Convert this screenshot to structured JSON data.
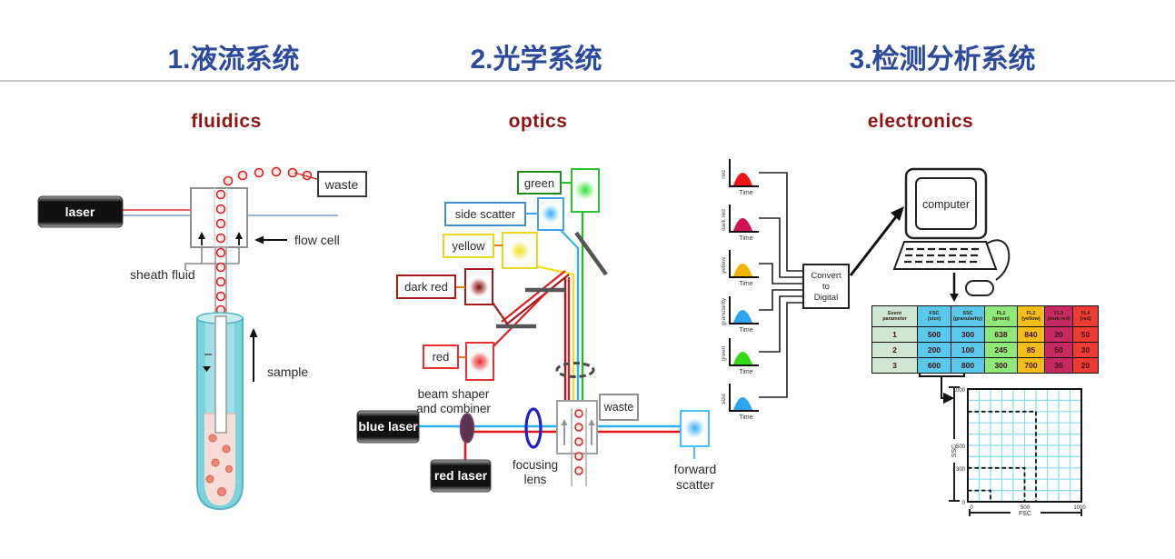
{
  "page": {
    "background": "#ffffff",
    "divider_color": "#c9c9cd",
    "header_color": "#2b4a9b",
    "section_title_color": "#8e1414",
    "headers": [
      {
        "label": "1.液流系统"
      },
      {
        "label": "2.光学系统"
      },
      {
        "label": "3.检测分析系统"
      }
    ]
  },
  "fluidics": {
    "title": "fluidics",
    "laser_label": "laser",
    "waste_label": "waste",
    "flow_cell_label": "flow cell",
    "sheath_fluid_label": "sheath fluid",
    "sample_label": "sample"
  },
  "optics": {
    "title": "optics",
    "detector_labels": {
      "green": "green",
      "side_scatter": "side scatter",
      "yellow": "yellow",
      "dark_red": "dark red",
      "red": "red"
    },
    "blue_laser_label": "blue laser",
    "red_laser_label": "red laser",
    "beam_shaper_label_1": "beam shaper",
    "beam_shaper_label_2": "and combiner",
    "focusing_lens_label_1": "focusing",
    "focusing_lens_label_2": "lens",
    "waste_label": "waste",
    "forward_scatter_label_1": "forward",
    "forward_scatter_label_2": "scatter"
  },
  "electronics": {
    "title": "electronics",
    "signals": [
      {
        "label": "red",
        "time": "Time",
        "color": "#ee1515"
      },
      {
        "label": "dark red",
        "time": "Time",
        "color": "#cc1155"
      },
      {
        "label": "yellow",
        "time": "Time",
        "color": "#f2b500"
      },
      {
        "label": "granularity",
        "time": "Time",
        "color": "#2fa3ee"
      },
      {
        "label": "green",
        "time": "Time",
        "color": "#33d911"
      },
      {
        "label": "size",
        "time": "Time",
        "color": "#2fa3ee"
      }
    ],
    "convert_box": {
      "line1": "Convert",
      "line2": "to",
      "line3": "Digital"
    },
    "computer_label": "computer",
    "table": {
      "header_colors": [
        "#cfe6d4",
        "#5bc8ee",
        "#5bc8ee",
        "#8ee87a",
        "#f6bc18",
        "#c62a62",
        "#ee3c34"
      ],
      "headers": [
        [
          "Event",
          "parameter"
        ],
        [
          "FSC",
          "(size)"
        ],
        [
          "SSC",
          "(granularity)"
        ],
        [
          "FL1",
          "(green)"
        ],
        [
          "FL2",
          "(yellow)"
        ],
        [
          "FL3",
          "(dark red)"
        ],
        [
          "FL4",
          "(red)"
        ]
      ],
      "rows": [
        [
          "1",
          "500",
          "300",
          "638",
          "840",
          "20",
          "50"
        ],
        [
          "2",
          "200",
          "100",
          "245",
          "85",
          "50",
          "30"
        ],
        [
          "3",
          "600",
          "800",
          "300",
          "700",
          "30",
          "20"
        ]
      ]
    },
    "plot": {
      "x_label": "FSC",
      "y_label": "SSC",
      "x_ticks": [
        "0",
        "500",
        "1000"
      ],
      "y_ticks": [
        "0",
        "300",
        "500",
        "1000"
      ],
      "gates": [
        {
          "fsc": 500,
          "ssc": 300
        },
        {
          "fsc": 200,
          "ssc": 100
        },
        {
          "fsc": 600,
          "ssc": 800
        }
      ],
      "grid_color": "#8adcec"
    }
  }
}
